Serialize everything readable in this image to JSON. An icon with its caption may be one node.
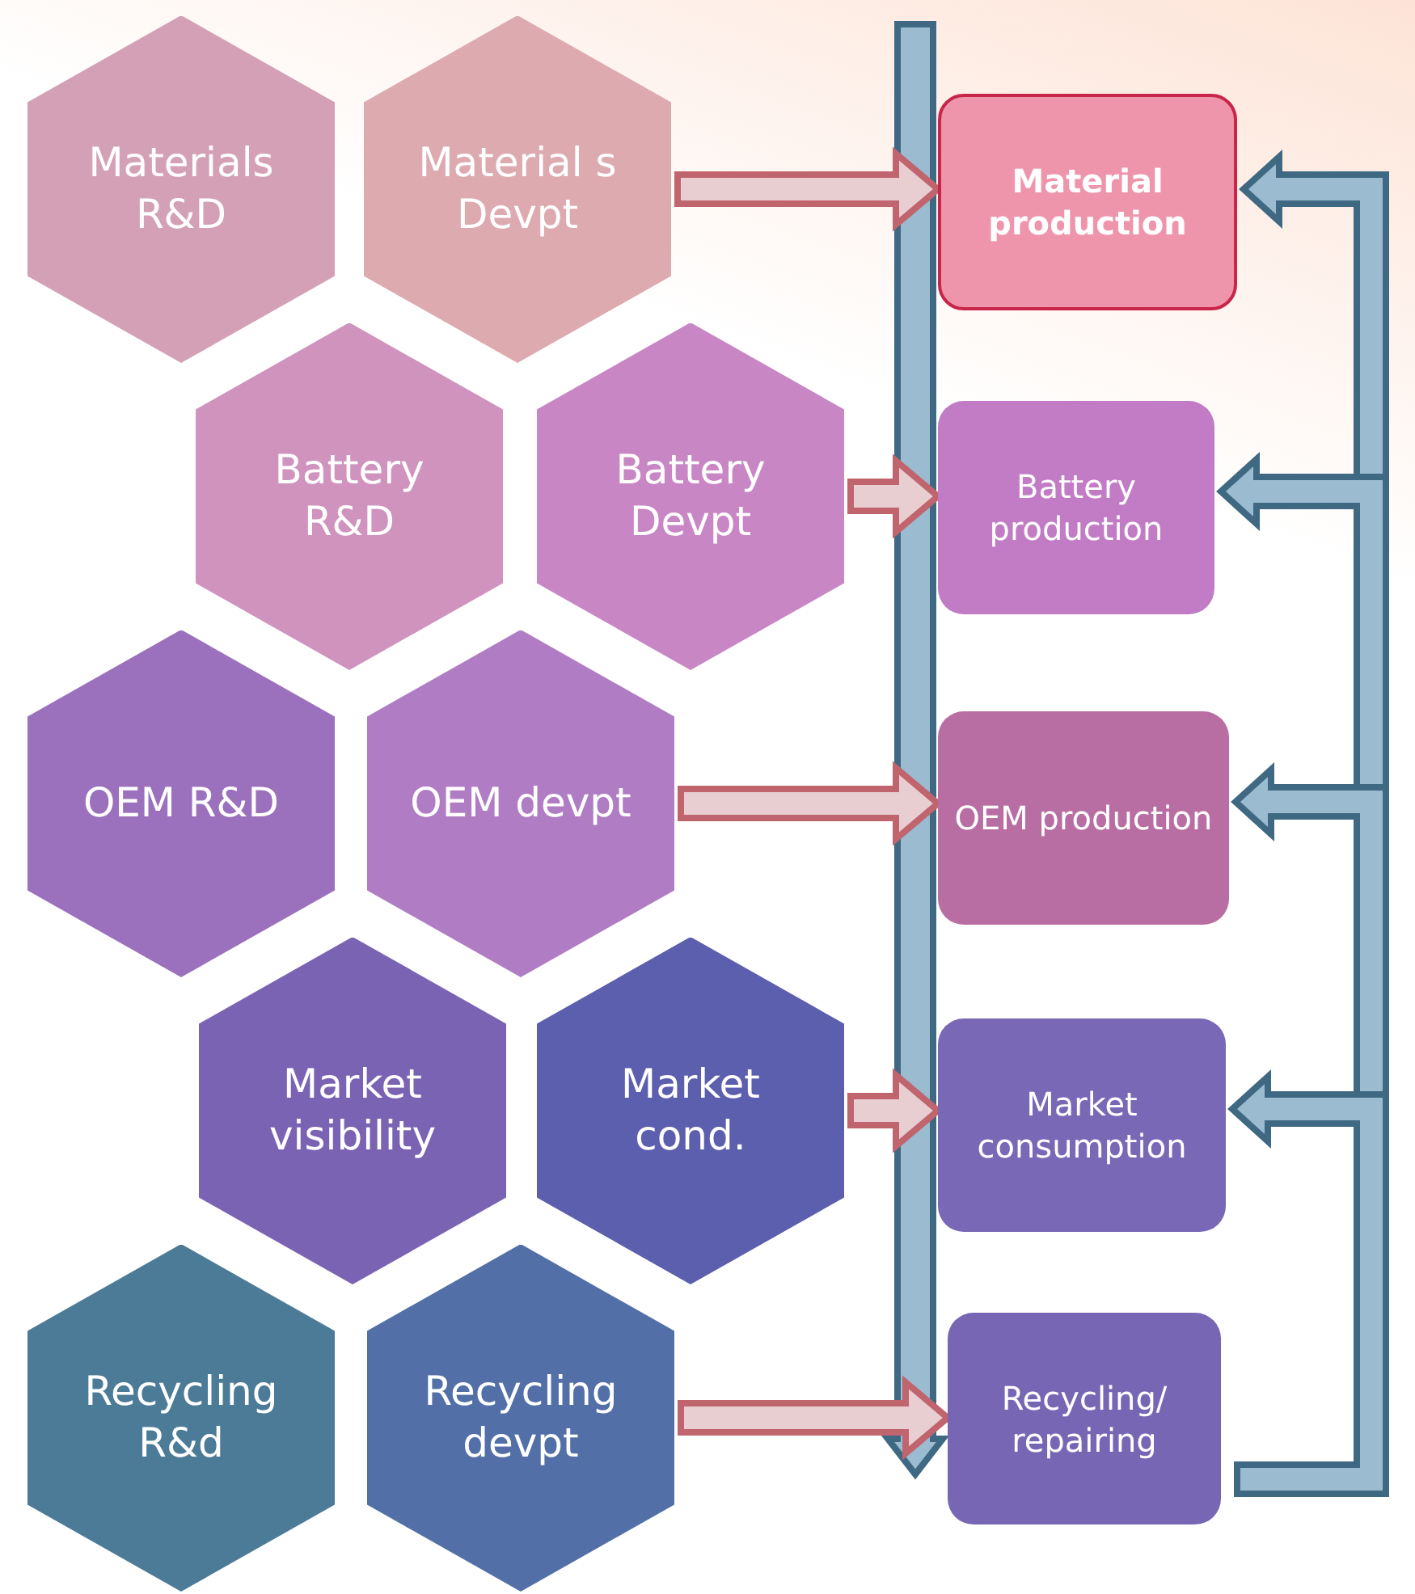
{
  "diagram": {
    "nodes": [
      {
        "text": [
          "Materials R&D"
        ]
      },
      {
        "text": [
          "Material s Devpt"
        ]
      },
      {
        "text": [
          "Battery R&D"
        ]
      },
      {
        "text": [
          "Battery Devpt"
        ]
      },
      {
        "text": [
          "OEM R&D"
        ]
      },
      {
        "text": [
          "OEM devpt"
        ]
      },
      {
        "text": [
          "Market visibility"
        ]
      },
      {
        "text": [
          "Market cond."
        ]
      },
      {
        "text": [
          "Recycling R&d"
        ]
      },
      {
        "text": [
          "Recycling devpt"
        ]
      },
      {
        "text": [
          "Material production"
        ]
      },
      {
        "text": [
          "Battery production"
        ]
      },
      {
        "text": [
          "OEM production"
        ]
      },
      {
        "text": [
          "Market consumption"
        ]
      },
      {
        "text": [
          "Recycling/ repairing"
        ]
      }
    ],
    "edges": [
      {
        "from": 1,
        "to": 10,
        "arrow": "to",
        "color": "#c0646e"
      },
      {
        "from": 3,
        "to": 11,
        "arrow": "to",
        "color": "#c0646e"
      },
      {
        "from": 5,
        "to": 12,
        "arrow": "to",
        "color": "#c0646e"
      },
      {
        "from": 7,
        "to": 13,
        "arrow": "to",
        "color": "#c0646e"
      },
      {
        "from": 9,
        "to": 14,
        "arrow": "to",
        "color": "#c0646e"
      },
      {
        "from": 14,
        "to": 10,
        "arrow": "to",
        "color": "#3f6883"
      },
      {
        "from": 14,
        "to": 11,
        "arrow": "to",
        "color": "#3f6883"
      },
      {
        "from": 14,
        "to": 12,
        "arrow": "to",
        "color": "#3f6883"
      },
      {
        "from": 14,
        "to": 13,
        "arrow": "to",
        "color": "#3f6883"
      }
    ]
  }
}
